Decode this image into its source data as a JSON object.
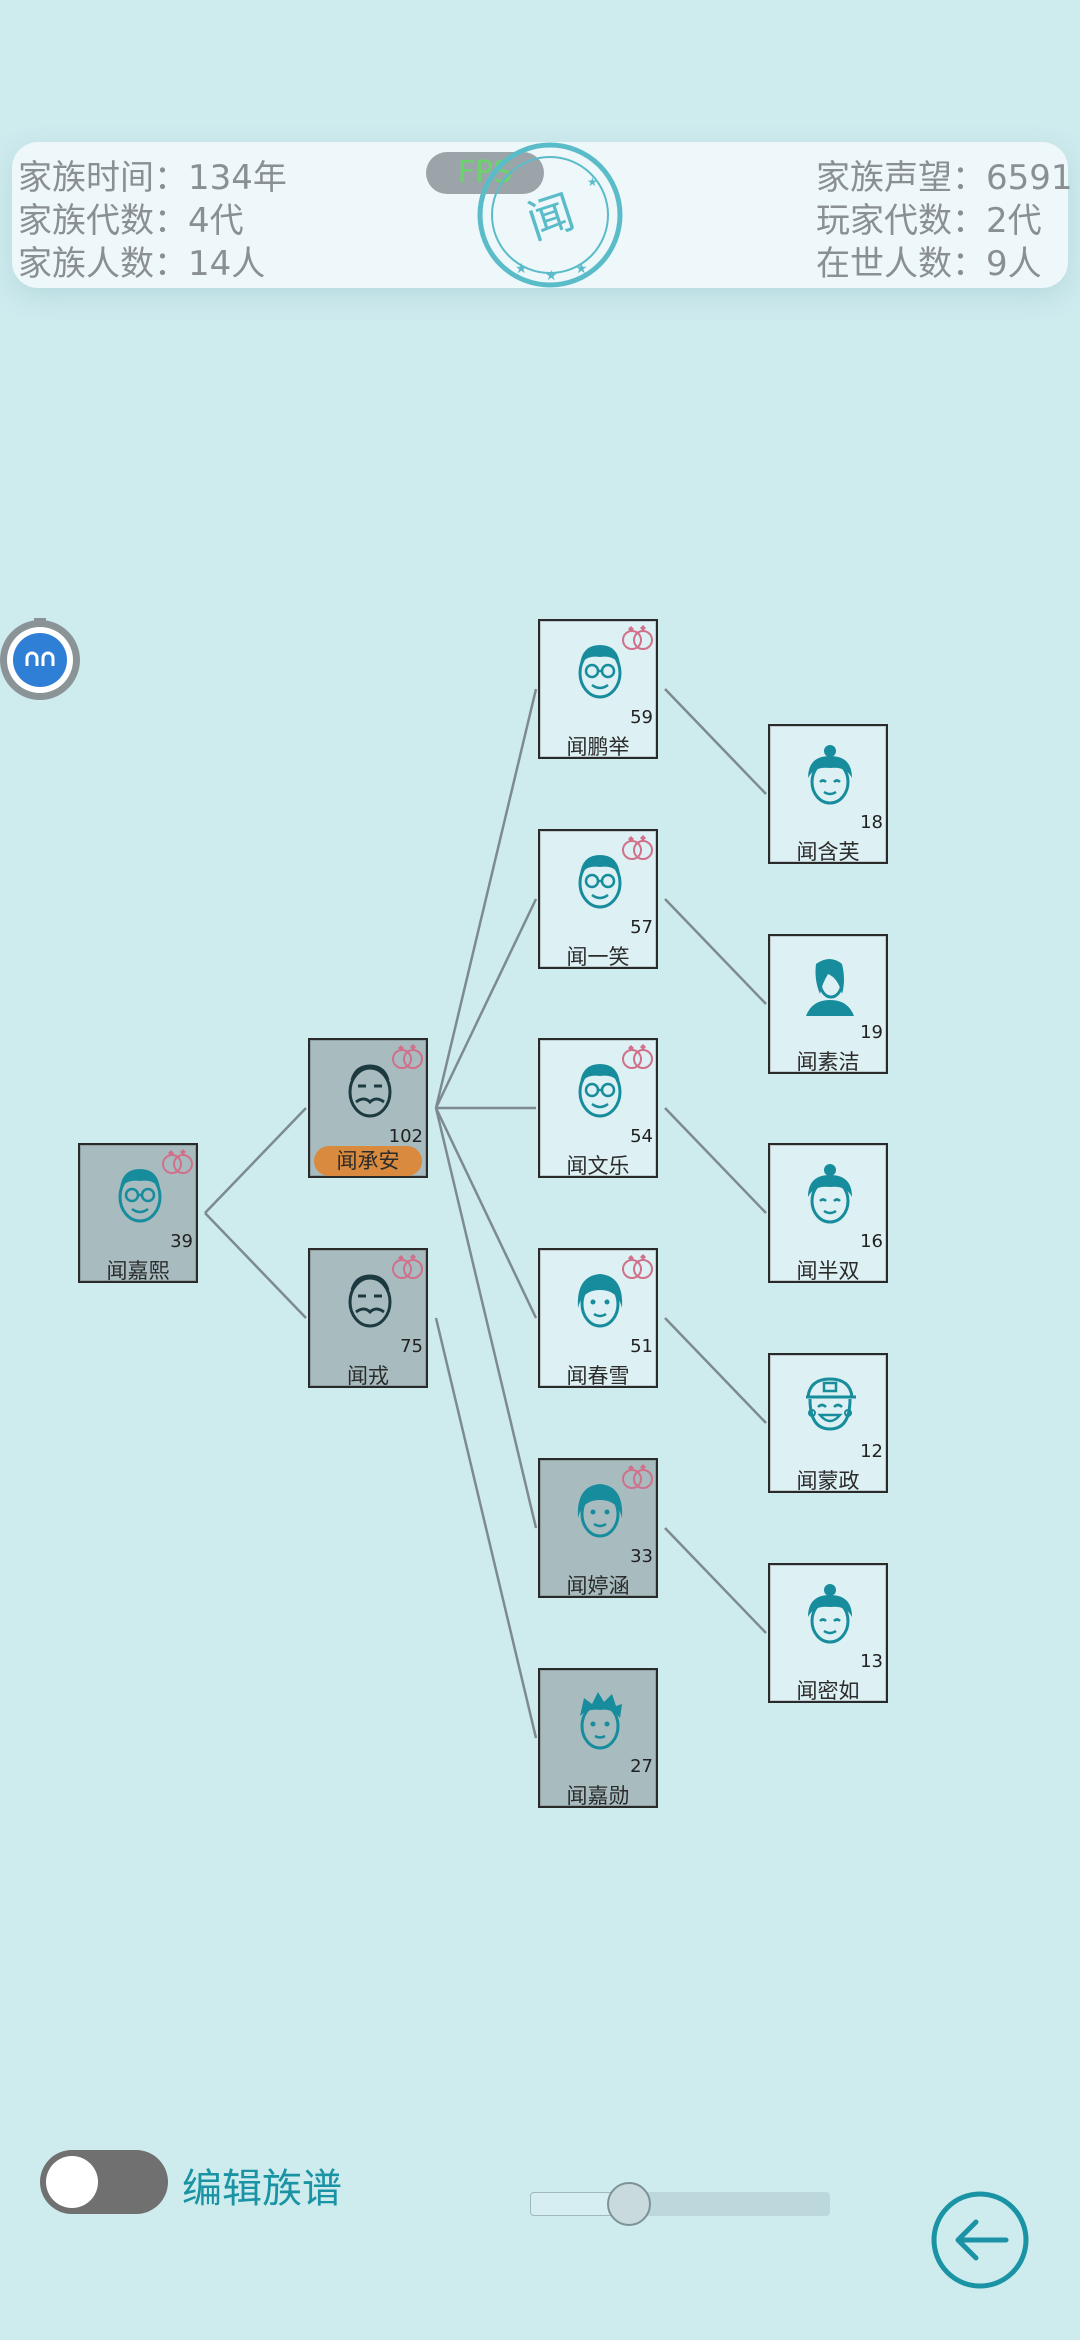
{
  "header": {
    "family_time": "家族时间：134年",
    "family_generations": "家族代数：4代",
    "family_members": "家族人数：14人",
    "family_prestige": "家族声望：6591",
    "player_generations": "玩家代数：2代",
    "living_members": "在世人数：9人",
    "fps": "FPS",
    "seal_char": "闻"
  },
  "members": {
    "jiaxi": {
      "name": "闻嘉熙",
      "age": "39",
      "face": "male-glasses-icon",
      "married": true,
      "deceased": true
    },
    "chengan": {
      "name": "闻承安",
      "age": "102",
      "face": "elder-male-icon",
      "married": true,
      "deceased": true,
      "tagged": true
    },
    "rong": {
      "name": "闻戎",
      "age": "75",
      "face": "elder-male-icon",
      "married": true,
      "deceased": true
    },
    "pengju": {
      "name": "闻鹏举",
      "age": "59",
      "face": "male-glasses-icon",
      "married": true,
      "deceased": false
    },
    "yixiao": {
      "name": "闻一笑",
      "age": "57",
      "face": "male-glasses-icon",
      "married": true,
      "deceased": false
    },
    "wenle": {
      "name": "闻文乐",
      "age": "54",
      "face": "male-glasses-icon",
      "married": true,
      "deceased": false
    },
    "chunxue": {
      "name": "闻春雪",
      "age": "51",
      "face": "female-icon",
      "married": true,
      "deceased": false
    },
    "tinghan": {
      "name": "闻婷涵",
      "age": "33",
      "face": "female-icon",
      "married": true,
      "deceased": true
    },
    "jiaxun": {
      "name": "闻嘉勋",
      "age": "27",
      "face": "young-male-icon",
      "married": false,
      "deceased": true
    },
    "hanfu": {
      "name": "闻含芙",
      "age": "18",
      "face": "girl-bun-icon",
      "married": false,
      "deceased": false
    },
    "sujie": {
      "name": "闻素洁",
      "age": "19",
      "face": "woman-longhair-icon",
      "married": false,
      "deceased": false
    },
    "banshuang": {
      "name": "闻半双",
      "age": "16",
      "face": "girl-bun-icon",
      "married": false,
      "deceased": false
    },
    "mengzheng": {
      "name": "闻蒙政",
      "age": "12",
      "face": "boy-cap-icon",
      "married": false,
      "deceased": false
    },
    "miru": {
      "name": "闻密如",
      "age": "13",
      "face": "girl-bun-icon",
      "married": false,
      "deceased": false
    }
  },
  "controls": {
    "edit_toggle_label": "编辑族谱",
    "edit_toggle_on": false,
    "zoom_slider_fraction": 0.33
  },
  "colors": {
    "background": "#ceebee",
    "accent": "#1a93a4",
    "icon": "#178c9c",
    "card_living": "#ddf0f3",
    "card_deceased": "#a8bcc0",
    "tag": "#d98a3e"
  }
}
